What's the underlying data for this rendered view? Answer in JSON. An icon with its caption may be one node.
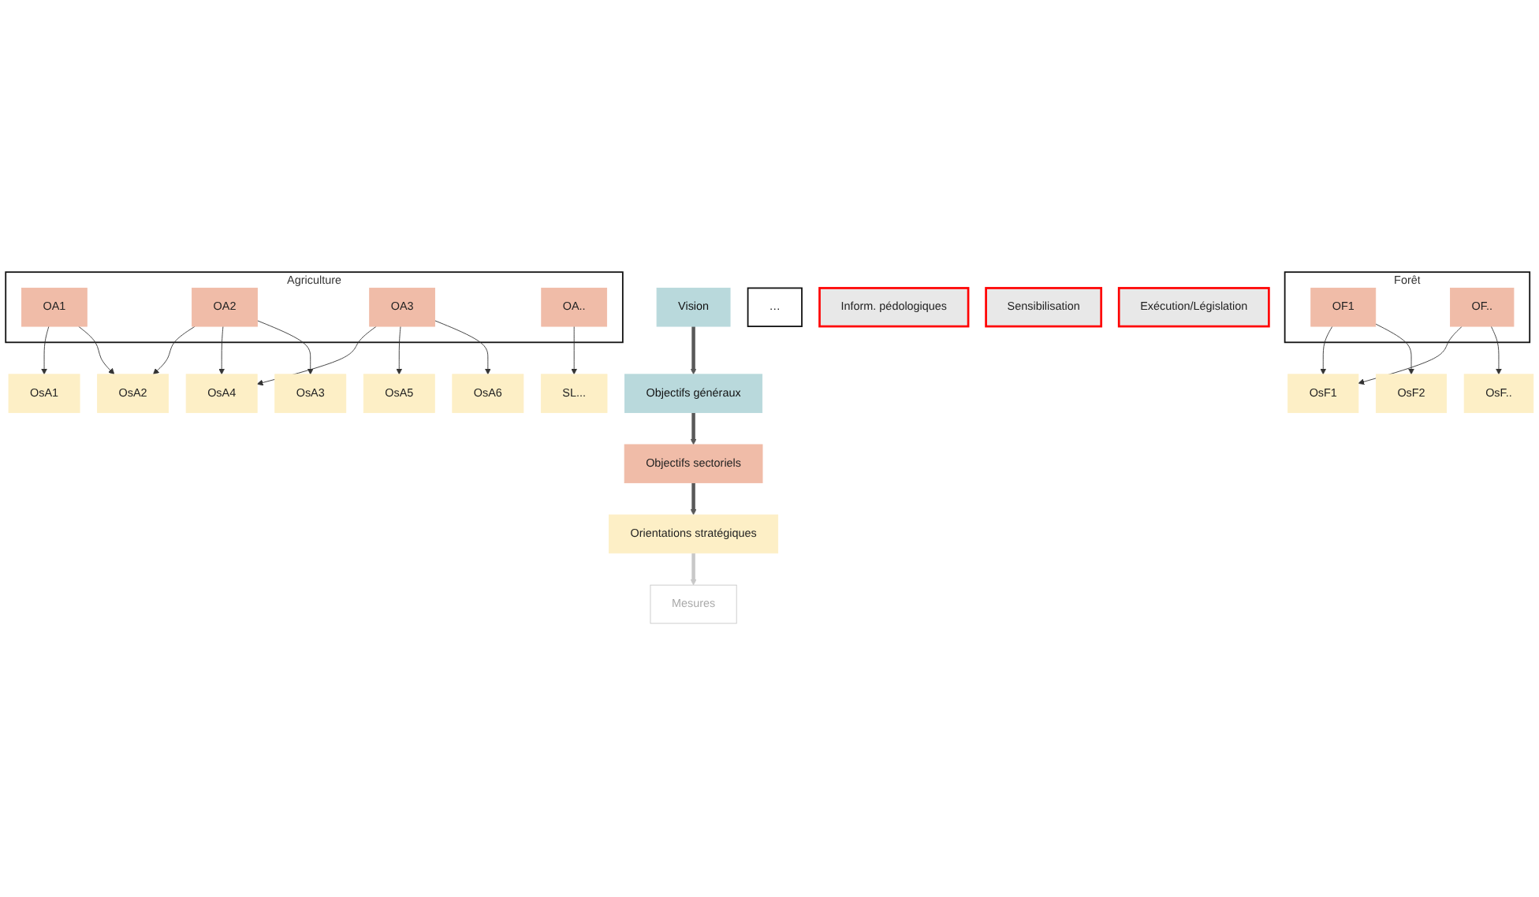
{
  "diagram": {
    "nodes": [
      {
        "text": [
          "Vision"
        ]
      },
      {
        "text": [
          "Objectifs généraux"
        ]
      },
      {
        "text": [
          "Objectifs sectoriels"
        ]
      },
      {
        "text": [
          "Orientations stratégiques"
        ]
      },
      {
        "text": [
          "Mesures"
        ]
      },
      {
        "text": [
          "Agriculture"
        ]
      },
      {
        "text": [
          "OA1"
        ],
        "in": 5
      },
      {
        "text": [
          "OA2"
        ],
        "in": 5
      },
      {
        "text": [
          "OA3"
        ],
        "in": 5
      },
      {
        "text": [
          "OA.."
        ],
        "in": 5
      },
      {
        "text": [
          "Forêt"
        ]
      },
      {
        "text": [
          "OF1"
        ],
        "in": 10
      },
      {
        "text": [
          "OF.."
        ],
        "in": 10
      },
      {
        "text": [
          "…"
        ]
      },
      {
        "text": [
          "Inform. pédologiques"
        ]
      },
      {
        "text": [
          "OsA1"
        ]
      },
      {
        "text": [
          "OsA4"
        ]
      },
      {
        "text": [
          "SL..."
        ]
      },
      {
        "text": [
          "OsF1"
        ]
      },
      {
        "text": [
          "Sensibilisation"
        ]
      },
      {
        "text": [
          "OsA2"
        ]
      },
      {
        "text": [
          "OsA5"
        ]
      },
      {
        "text": [
          "OsF2"
        ]
      },
      {
        "text": [
          "Exécution/Législation"
        ]
      },
      {
        "text": [
          "OsA3"
        ]
      },
      {
        "text": [
          "OsA6"
        ]
      },
      {
        "text": [
          "OsF.."
        ]
      }
    ],
    "edges": [
      {
        "from": 0,
        "to": 1,
        "arrow": "to",
        "style": "thick",
        "color": "#595959"
      },
      {
        "from": 1,
        "to": 2,
        "arrow": "to",
        "style": "thick",
        "color": "#595959"
      },
      {
        "from": 2,
        "to": 3,
        "arrow": "to",
        "style": "thick",
        "color": "#595959"
      },
      {
        "from": 3,
        "to": 4,
        "arrow": "to",
        "style": "thick",
        "color": "#c8c8c8"
      },
      {
        "from": 6,
        "to": 15,
        "arrow": "to"
      },
      {
        "from": 6,
        "to": 20,
        "arrow": "to"
      },
      {
        "from": 7,
        "to": 20,
        "arrow": "to"
      },
      {
        "from": 7,
        "to": 16,
        "arrow": "to"
      },
      {
        "from": 7,
        "to": 24,
        "arrow": "to"
      },
      {
        "from": 8,
        "to": 16,
        "arrow": "to"
      },
      {
        "from": 8,
        "to": 21,
        "arrow": "to"
      },
      {
        "from": 8,
        "to": 25,
        "arrow": "to"
      },
      {
        "from": 9,
        "to": 17,
        "arrow": "to"
      },
      {
        "from": 11,
        "to": 18,
        "arrow": "to"
      },
      {
        "from": 11,
        "to": 22,
        "arrow": "to"
      },
      {
        "from": 12,
        "to": 18,
        "arrow": "to"
      },
      {
        "from": 12,
        "to": 26,
        "arrow": "to"
      }
    ]
  }
}
